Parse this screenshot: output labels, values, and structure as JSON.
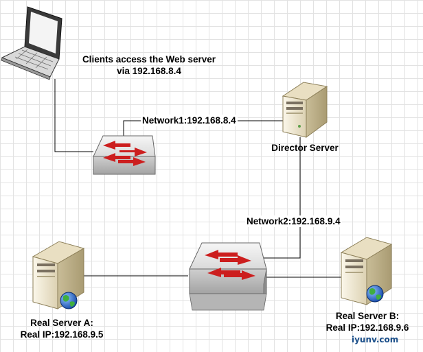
{
  "clients_label": {
    "line1": "Clients access the Web server",
    "line2": "via 192.168.8.4"
  },
  "network1_label": "Network1:192.168.8.4",
  "director_label": "Director Server",
  "network2_label": "Network2:192.168.9.4",
  "real_server_a": {
    "name": "Real Server A:",
    "ip": "Real IP:192.168.9.5"
  },
  "real_server_b": {
    "name": "Real Server B:",
    "ip": "Real IP:192.168.9.6"
  },
  "watermark": "iyunv.com",
  "colors": {
    "link": "#000000",
    "switch_arrow": "#cc1e1e",
    "server_body": "#efe6cc",
    "switch_body": "#d2d2d2"
  }
}
